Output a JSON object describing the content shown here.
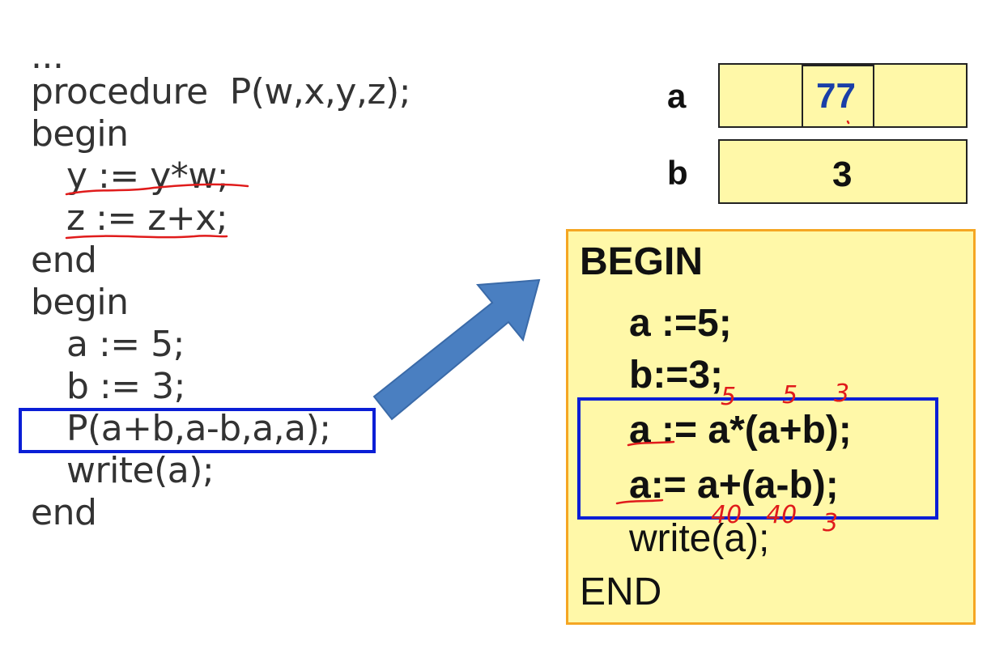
{
  "left_code": {
    "lines": [
      "...",
      "procedure  P(w,x,y,z);",
      "begin",
      "y := y*w;",
      "z := z+x;",
      "end",
      "begin",
      "a := 5;",
      "b := 3;",
      "P(a+b,a-b,a,a);",
      "write(a);",
      "end"
    ]
  },
  "memory": {
    "a_label": "a",
    "a_value": "77",
    "b_label": "b",
    "b_value": "3"
  },
  "right_code": {
    "lines": [
      "BEGIN",
      "a :=5;",
      "b:=3;",
      "a := a*(a+b);",
      "a:= a+(a-b);",
      "write(a);",
      "END"
    ]
  },
  "handwritten": {
    "above_line_4": [
      "5",
      "5",
      "3"
    ],
    "below_line_5": [
      "40",
      "40",
      "3"
    ]
  },
  "colors": {
    "highlight_box": "#0a1ed6",
    "arrow": "#4a7fc1",
    "cell_fill": "#fff8a8",
    "panel_border": "#f5a623",
    "ink_red": "#e01b1b",
    "value_blue": "#1a3fa8"
  }
}
